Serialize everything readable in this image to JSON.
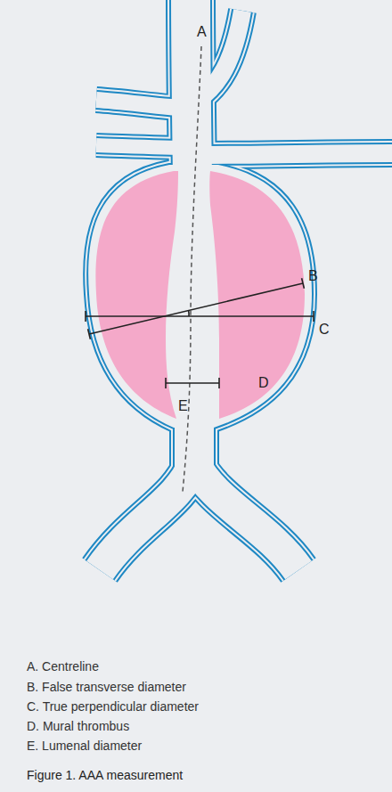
{
  "diagram": {
    "caption": "Figure 1. AAA measurement",
    "labels": [
      "A",
      "B",
      "C",
      "D",
      "E",
      "A. Centreline",
      "B. False transverse diameter",
      "C. True perpendicular diameter",
      "D. Mural thrombus",
      "E. Lumenal diameter"
    ]
  }
}
